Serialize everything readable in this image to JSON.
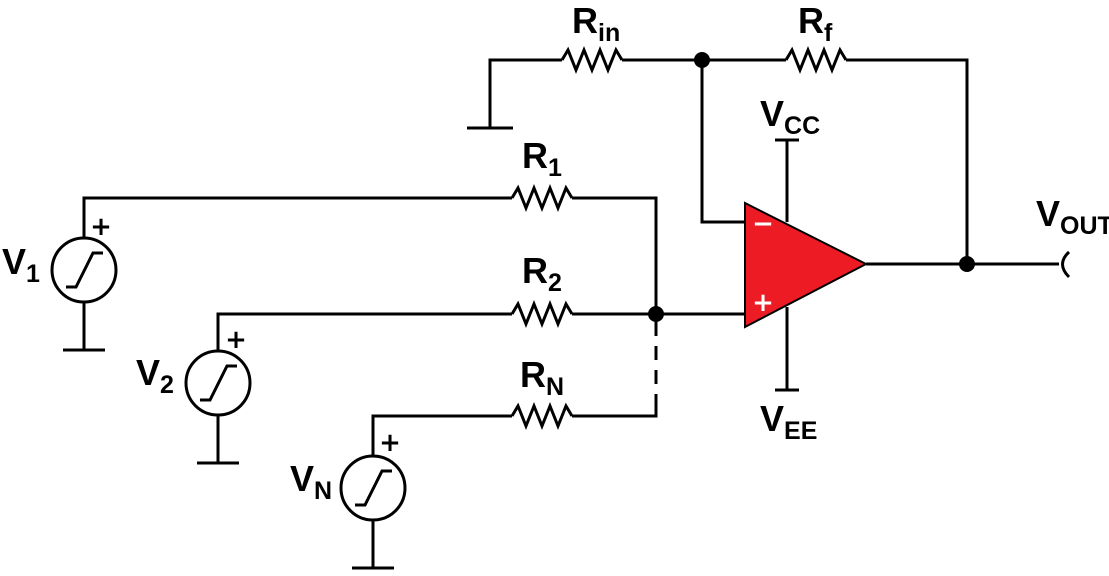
{
  "colors": {
    "opamp_fill": "#ed1c24",
    "wire": "#000000",
    "pin_sign": "#ffffff"
  },
  "labels": {
    "rin": {
      "main": "R",
      "sub": "in"
    },
    "rf": {
      "main": "R",
      "sub": "f"
    },
    "r1": {
      "main": "R",
      "sub": "1"
    },
    "r2": {
      "main": "R",
      "sub": "2"
    },
    "rn": {
      "main": "R",
      "sub": "N"
    },
    "vcc": {
      "main": "V",
      "sub": "CC"
    },
    "vee": {
      "main": "V",
      "sub": "EE"
    },
    "vout": {
      "main": "V",
      "sub": "OUT"
    },
    "v1": {
      "main": "V",
      "sub": "1"
    },
    "v2": {
      "main": "V",
      "sub": "2"
    },
    "vn": {
      "main": "V",
      "sub": "N"
    }
  },
  "signs": {
    "plus": "+",
    "minus": "−"
  },
  "icons": {
    "source": "voltage-source-ramp-icon",
    "ground": "ground-icon",
    "output": "output-terminal-icon"
  }
}
